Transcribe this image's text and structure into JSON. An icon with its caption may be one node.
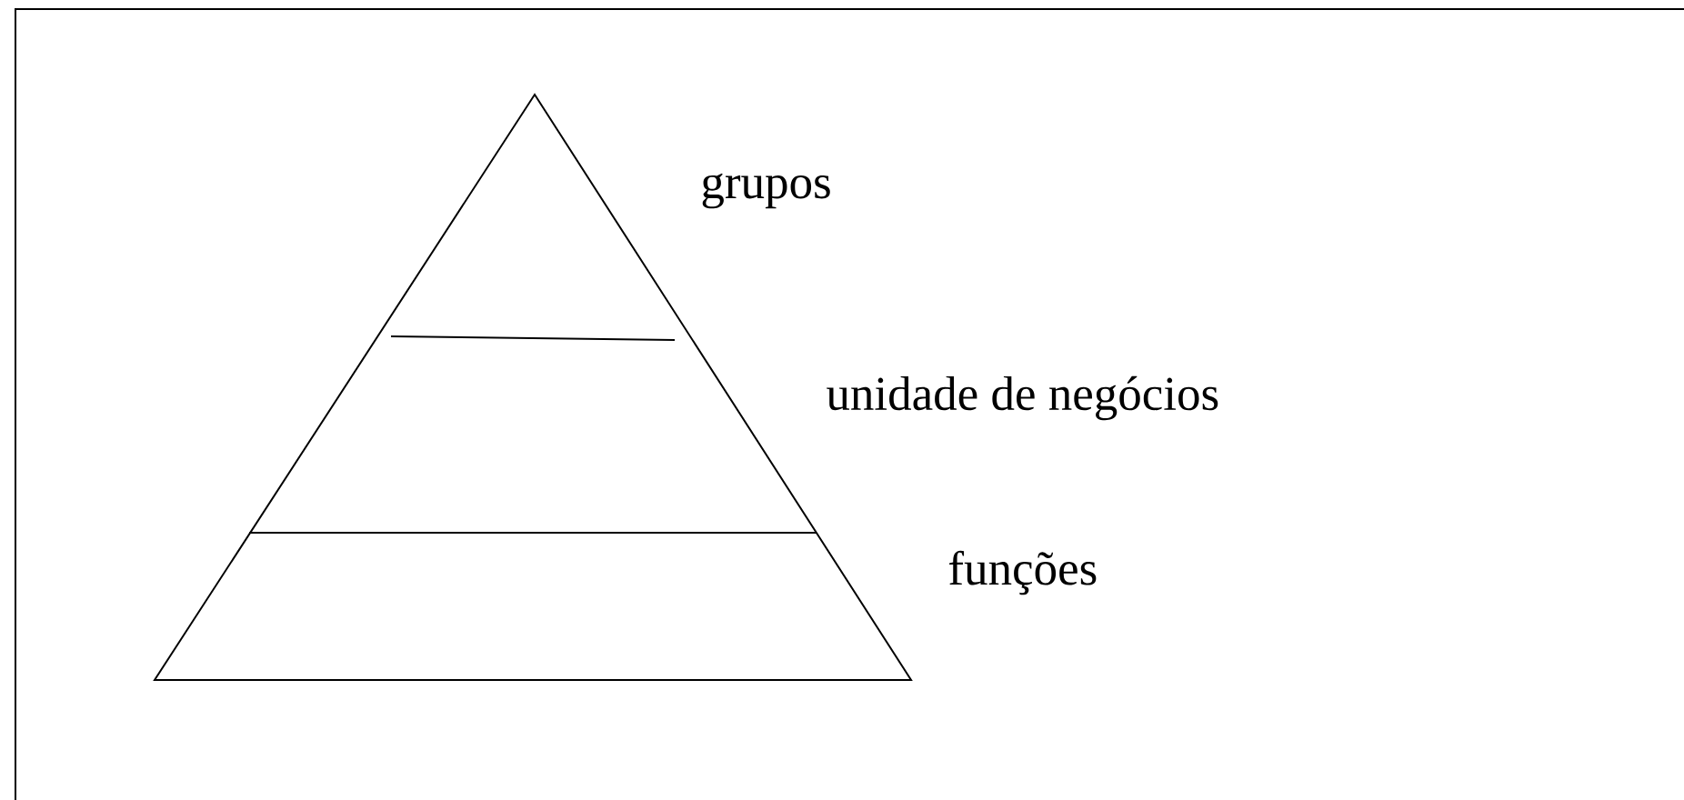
{
  "diagram": {
    "labels": [
      "grupos",
      "unidade de negócios",
      "funções"
    ]
  }
}
